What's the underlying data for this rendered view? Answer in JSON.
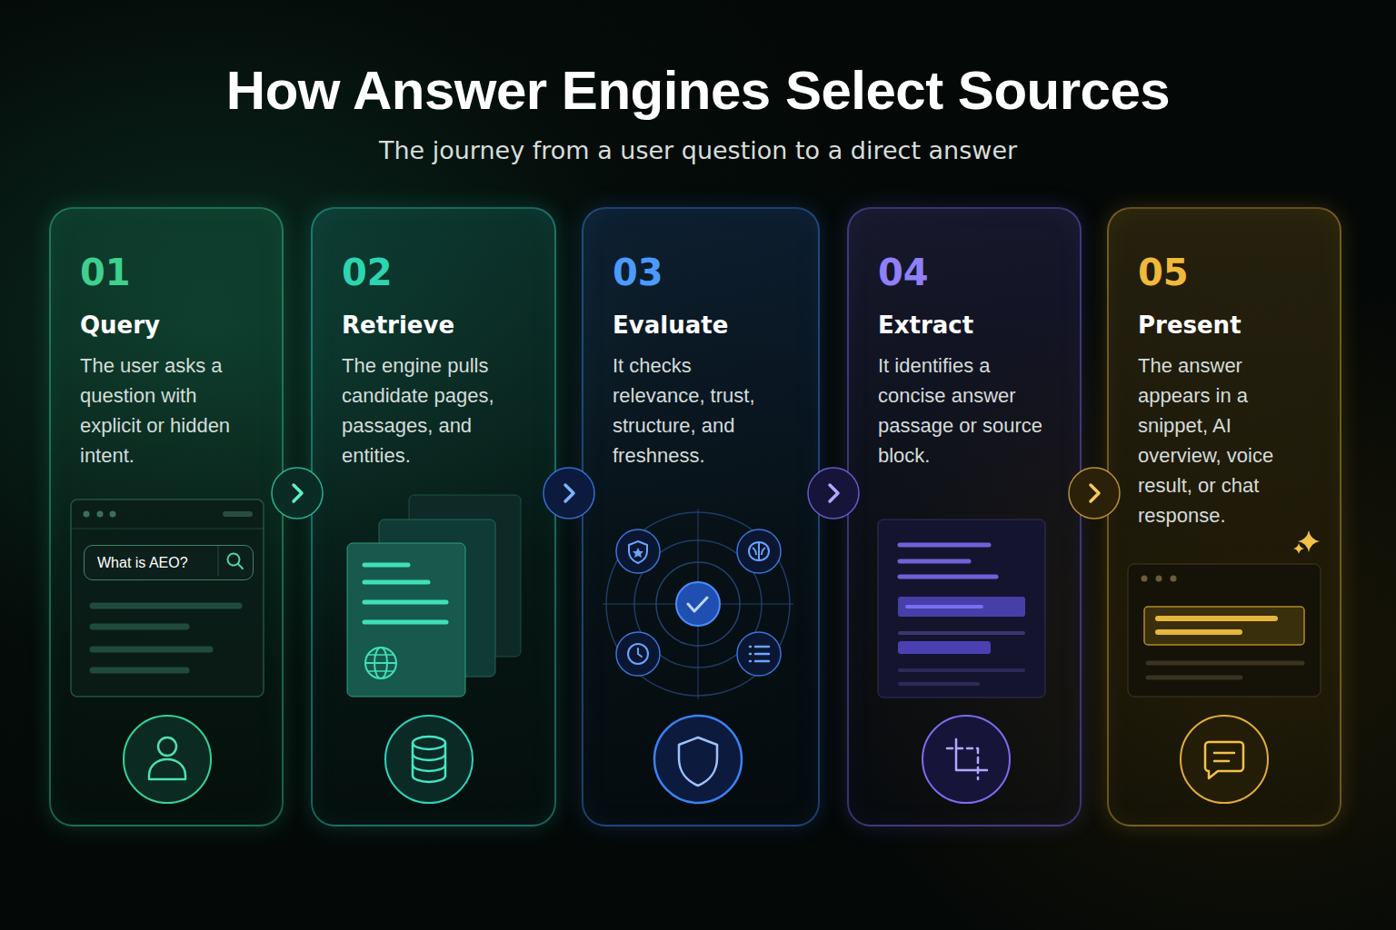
{
  "diagram": {
    "title": "How Answer Engines Select Sources",
    "caption": "The journey from a user question to a direct answer",
    "nodes": [
      {
        "text": [
          "01",
          "Query",
          "The user asks a question with explicit or hidden intent."
        ]
      },
      {
        "text": [
          "What is AEO?"
        ],
        "in": 0
      },
      {
        "text": [
          "02",
          "Retrieve",
          "The engine pulls candidate pages, passages, and entities."
        ]
      },
      {
        "text": [
          "03",
          "Evaluate",
          "It checks relevance, trust, structure, and freshness."
        ]
      },
      {
        "text": [
          "04",
          "Extract",
          "It identifies a concise answer passage or source block."
        ]
      },
      {
        "text": [
          "05",
          "Present",
          "The answer appears in a snippet, AI overview, voice result, or chat response."
        ]
      }
    ],
    "edges": [
      {
        "from": 0,
        "to": 2,
        "arrow": "to"
      },
      {
        "from": 2,
        "to": 3,
        "arrow": "to"
      },
      {
        "from": 3,
        "to": 4,
        "arrow": "to"
      },
      {
        "from": 4,
        "to": 5,
        "arrow": "to"
      }
    ]
  }
}
